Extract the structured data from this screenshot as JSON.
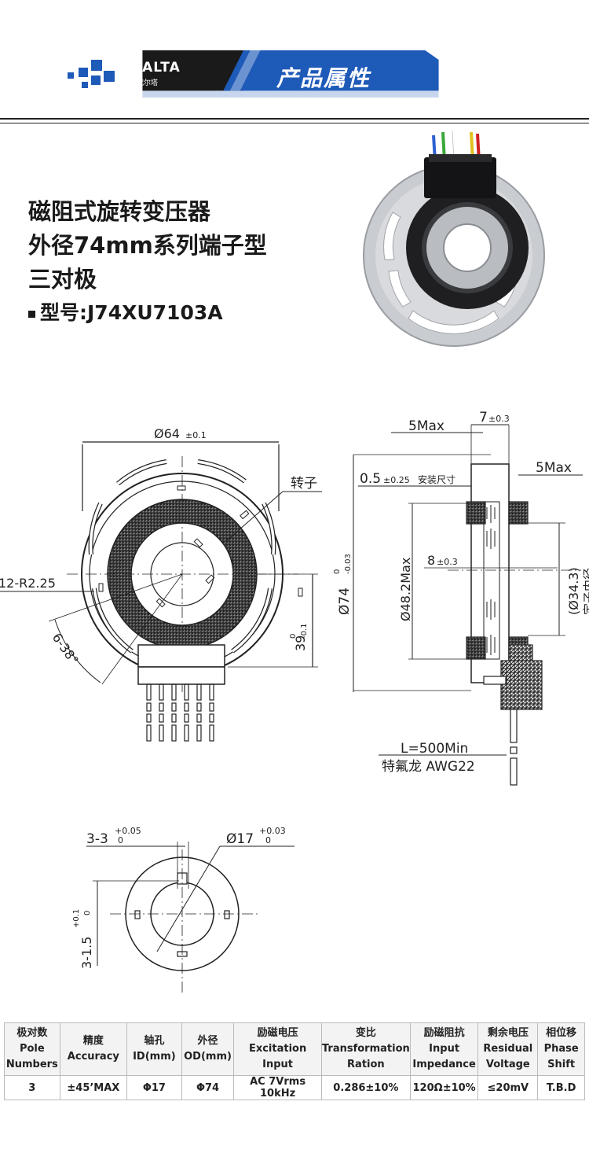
{
  "header": {
    "logo_text": "DALTA",
    "logo_sub": "代尔塔",
    "banner_title": "产品属性",
    "accent_color": "#1e5ab8"
  },
  "product": {
    "title_line1": "磁阻式旋转变压器",
    "title_line2": "外径74mm系列端子型",
    "title_line3": "三对极",
    "model": "型号:J74XU7103A"
  },
  "drawing_front": {
    "dim_od": "Ø64",
    "dim_od_tol": "±0.1",
    "label_rotor": "转子",
    "dim_slots": "12-R2.25",
    "dim_angle": "6-38°",
    "dim_height": "39",
    "dim_height_tol_upper": "0",
    "dim_height_tol_lower": "-0.1"
  },
  "drawing_side": {
    "dim_width": "7",
    "dim_width_tol": "±0.3",
    "dim_5max_left": "5Max",
    "dim_5max_right": "5Max",
    "dim_gap": "0.5",
    "dim_gap_tol": "±0.25",
    "dim_gap_note": "安装尺寸",
    "dim_od74": "Ø74",
    "dim_od74_tol_upper": "0",
    "dim_od74_tol_lower": "-0.03",
    "dim_48": "Ø48.2Max",
    "dim_8": "8",
    "dim_8_tol": "±0.3",
    "dim_34": "(Ø34.3)",
    "dim_34_note": "定子内径",
    "wire_length": "L=500Min",
    "wire_type": "特氟龙 AWG22"
  },
  "drawing_rotor": {
    "dim_keys": "3-3",
    "dim_keys_tol_upper": "+0.05",
    "dim_keys_tol_lower": "0",
    "dim_bore": "Ø17",
    "dim_bore_tol_upper": "+0.03",
    "dim_bore_tol_lower": "0",
    "dim_keydepth": "3-1.5",
    "dim_keydepth_tol_upper": "+0.1",
    "dim_keydepth_tol_lower": "0"
  },
  "spec_table": {
    "headers": [
      [
        "极对数",
        "Pole",
        "Numbers"
      ],
      [
        "精度",
        "Accuracy"
      ],
      [
        "轴孔",
        "ID(mm)"
      ],
      [
        "外径",
        "OD(mm)"
      ],
      [
        "励磁电压",
        "Excitation Input"
      ],
      [
        "变比",
        "Transformation",
        "Ration"
      ],
      [
        "励磁阻抗",
        "Input",
        "Impedance"
      ],
      [
        "剩余电压",
        "Residual",
        "Voltage"
      ],
      [
        "相位移",
        "Phase",
        "Shift"
      ]
    ],
    "row": [
      "3",
      "±45’MAX",
      "Φ17",
      "Φ74",
      "AC 7Vrms 10kHz",
      "0.286±10%",
      "120Ω±10%",
      "≤20mV",
      "T.B.D"
    ]
  }
}
